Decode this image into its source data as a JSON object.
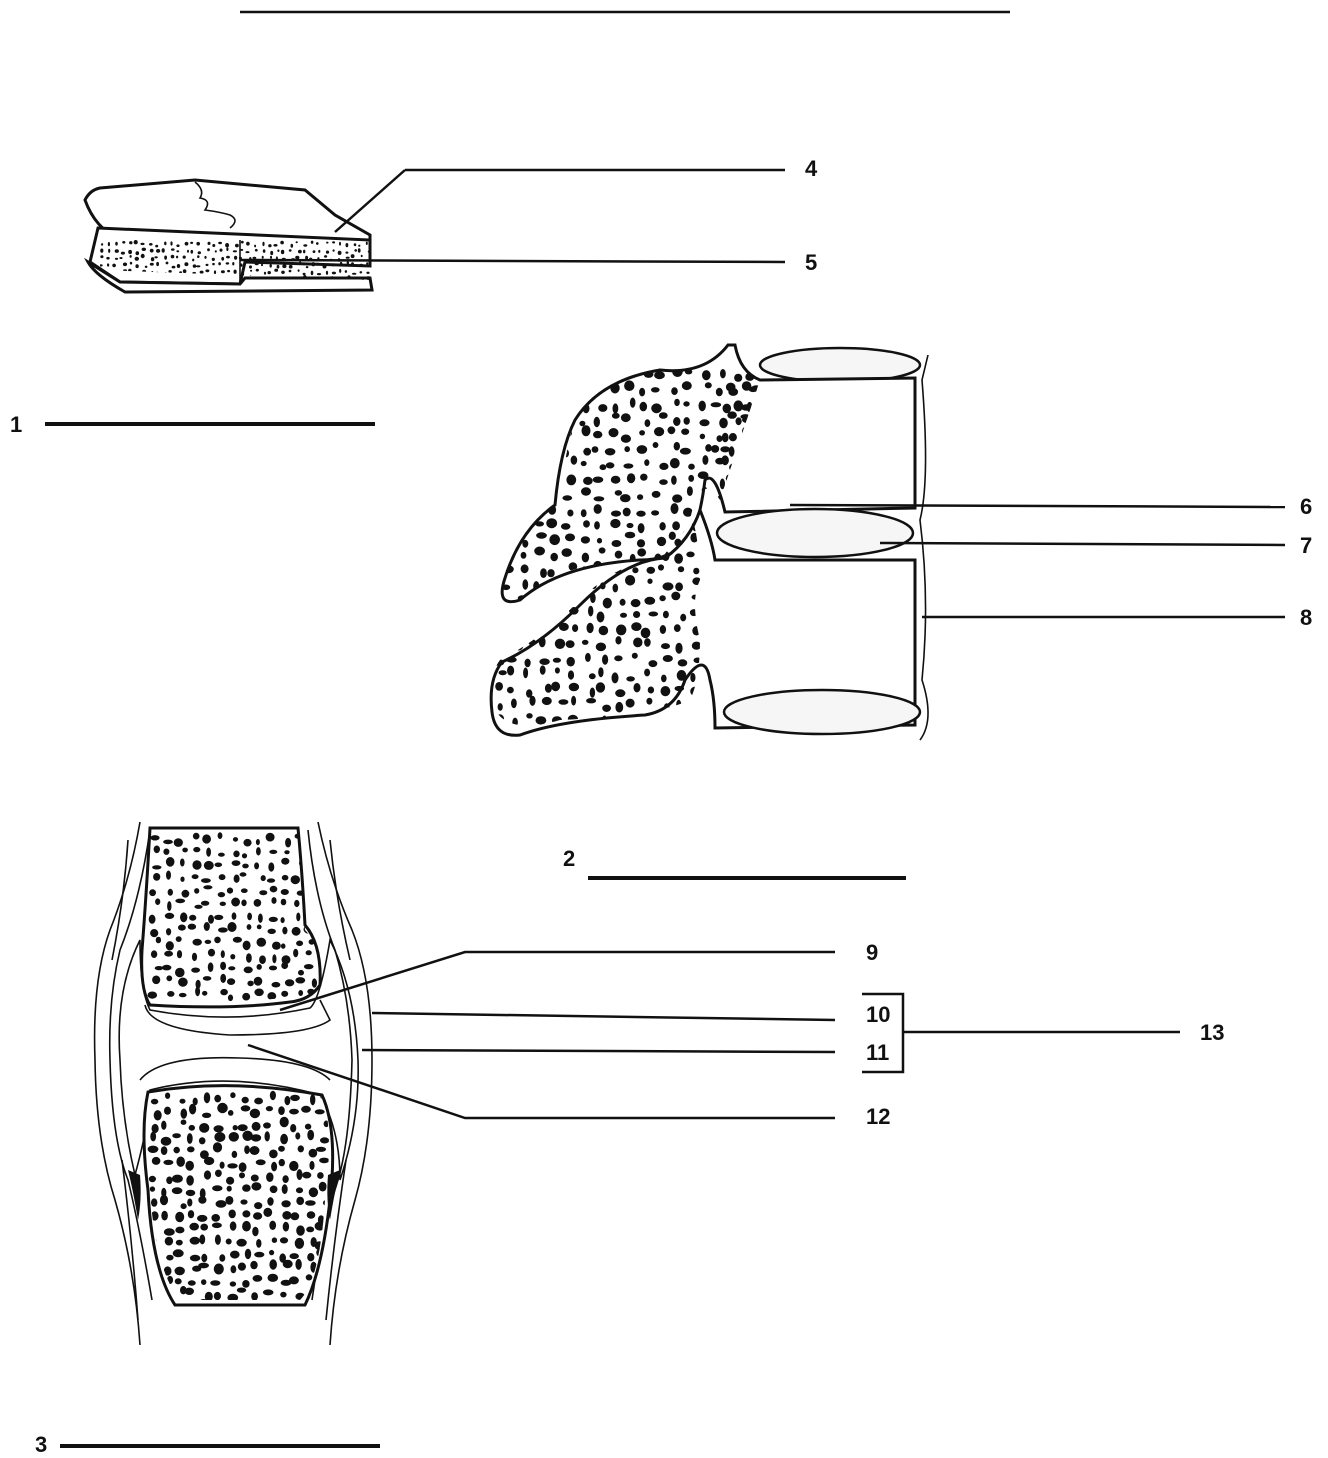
{
  "diagram": {
    "figure_labels": [
      "1",
      "2",
      "3"
    ],
    "callouts": {
      "c4": "4",
      "c5": "5",
      "c6": "6",
      "c7": "7",
      "c8": "8",
      "c9": "9",
      "c10": "10",
      "c11": "11",
      "c12": "12",
      "c13": "13"
    }
  }
}
